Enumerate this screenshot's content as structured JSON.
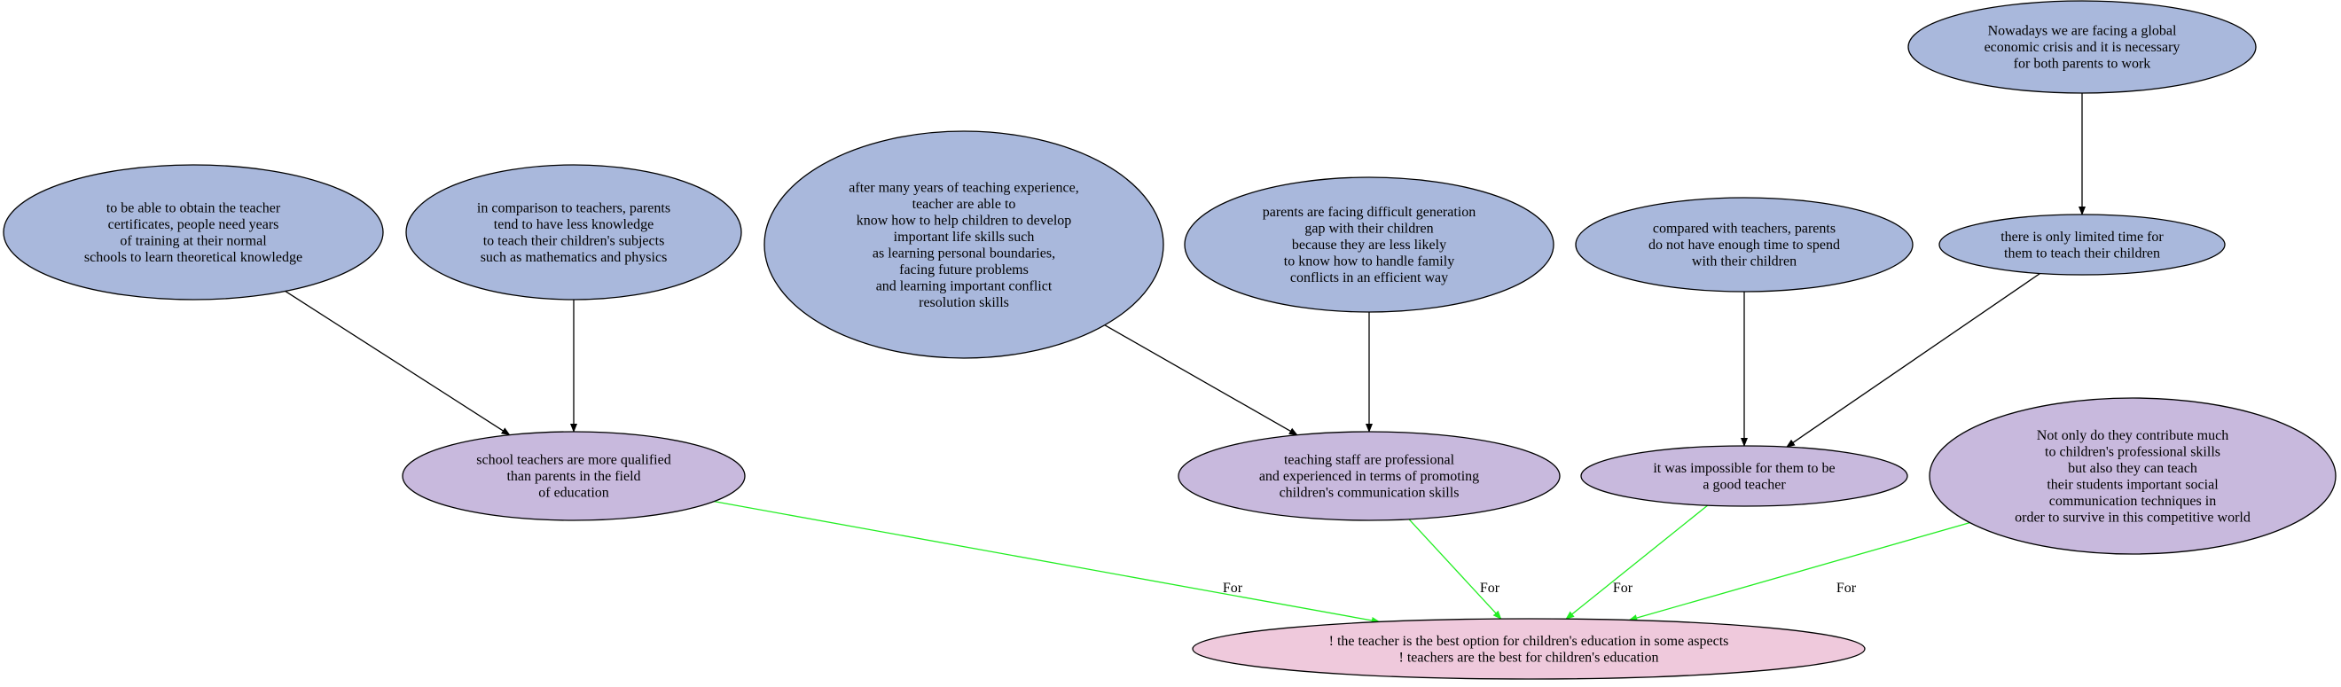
{
  "colors": {
    "premise": "#a9b8dc",
    "claim": "#c8b9dd",
    "conclusion": "#efc9dc",
    "support_edge": "#000000",
    "for_edge": "#22ee22"
  },
  "nodes": {
    "n1": {
      "kind": "premise",
      "lines": [
        "Nowadays we are facing a global",
        "economic crisis and it is necessary",
        "for both parents to work"
      ]
    },
    "n2": {
      "kind": "premise",
      "lines": [
        "to be able to obtain the teacher",
        "certificates, people need years",
        "of training at their normal",
        "schools to learn theoretical knowledge"
      ]
    },
    "n3": {
      "kind": "premise",
      "lines": [
        "in comparison to teachers, parents",
        "tend to have less knowledge",
        "to teach their children's subjects",
        "such as mathematics and physics"
      ]
    },
    "n4": {
      "kind": "premise",
      "lines": [
        "after many years of teaching experience,",
        "teacher are able to",
        "know how to help children to develop",
        "important life skills such",
        "as learning personal boundaries,",
        "facing future problems",
        "and learning important conflict",
        "resolution skills"
      ]
    },
    "n5": {
      "kind": "premise",
      "lines": [
        "parents are facing difficult generation",
        "gap with their children",
        "because they are less likely",
        "to know how to handle family",
        "conflicts in an efficient way"
      ]
    },
    "n6": {
      "kind": "premise",
      "lines": [
        "compared with teachers, parents",
        "do not have enough time to spend",
        "with their children"
      ]
    },
    "n7": {
      "kind": "premise",
      "lines": [
        "there is only limited time for",
        "them to teach their children"
      ]
    },
    "n8": {
      "kind": "claim",
      "lines": [
        "school teachers are more qualified",
        "than parents in the field",
        "of education"
      ]
    },
    "n9": {
      "kind": "claim",
      "lines": [
        "teaching staff are professional",
        "and experienced in terms of promoting",
        "children's communication skills"
      ]
    },
    "n10": {
      "kind": "claim",
      "lines": [
        "it was impossible for them to be",
        "a good teacher"
      ]
    },
    "n11": {
      "kind": "claim",
      "lines": [
        "Not only do they contribute much",
        "to children's professional skills",
        "but also they can teach",
        "their students important social",
        "communication techniques in",
        "order to survive in this competitive world"
      ]
    },
    "n12": {
      "kind": "conclusion",
      "lines": [
        "! the teacher is the best option for children's education in some aspects",
        "! teachers are the best for children's education"
      ]
    }
  },
  "edges": [
    {
      "from": "n1",
      "to": "n7",
      "label": ""
    },
    {
      "from": "n2",
      "to": "n8",
      "label": ""
    },
    {
      "from": "n3",
      "to": "n8",
      "label": ""
    },
    {
      "from": "n4",
      "to": "n9",
      "label": ""
    },
    {
      "from": "n5",
      "to": "n9",
      "label": ""
    },
    {
      "from": "n6",
      "to": "n10",
      "label": ""
    },
    {
      "from": "n7",
      "to": "n10",
      "label": ""
    },
    {
      "from": "n8",
      "to": "n12",
      "label": "For"
    },
    {
      "from": "n9",
      "to": "n12",
      "label": "For"
    },
    {
      "from": "n10",
      "to": "n12",
      "label": "For"
    },
    {
      "from": "n11",
      "to": "n12",
      "label": "For"
    }
  ]
}
